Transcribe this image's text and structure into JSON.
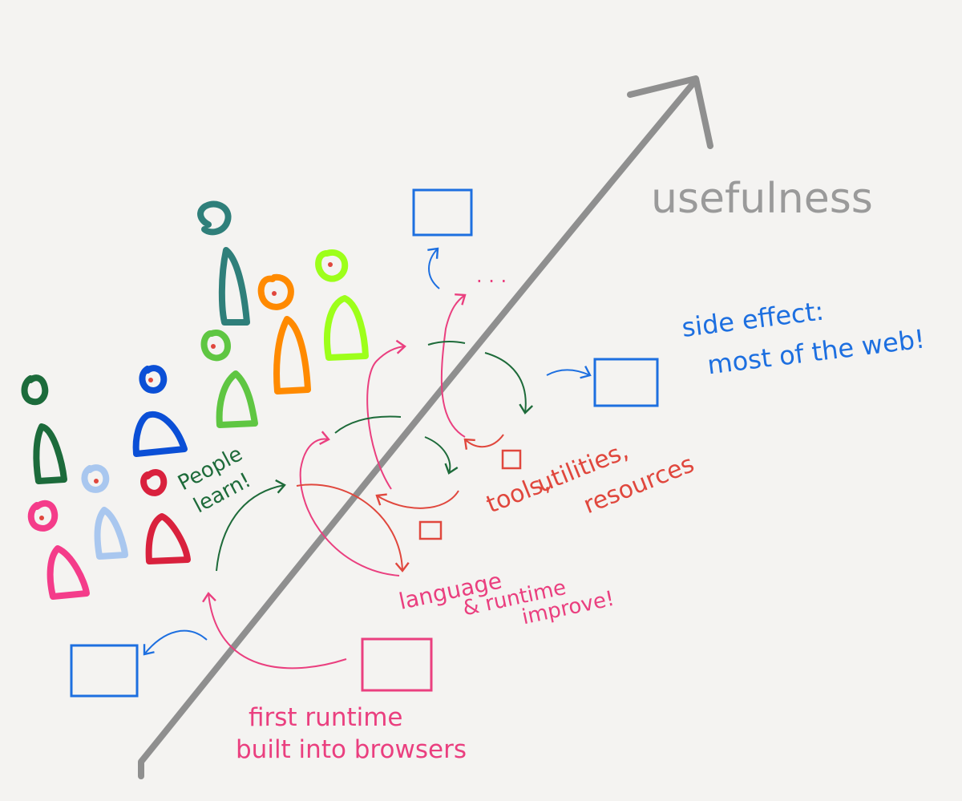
{
  "colors": {
    "background": "#f4f3f1",
    "axis": "#8f8f8f",
    "blue": "#1d6fe0",
    "pink": "#ea3f7f",
    "red": "#e0473d",
    "green": "#1e6b3a",
    "tealPerson": "#2f7f7a",
    "orangePerson": "#ff8a00",
    "limePerson": "#9dff1a",
    "greenPerson": "#5fc642",
    "bluePerson": "#0b4fd6",
    "darkGreenPerson": "#1c6b3b",
    "lightBluePerson": "#a9c7ef",
    "pinkPerson": "#f43c8a",
    "redPerson": "#d9213d"
  },
  "labels": {
    "axis": "usefulness",
    "sideEffectLine1": "side effect:",
    "sideEffectLine2": "most of the web!",
    "peopleLine1": "People",
    "peopleLine2": "learn!",
    "toolsLine1": "tools,",
    "toolsLine2": "utilities,",
    "toolsLine3": "resources",
    "languageLine1": "language",
    "languageLine2": "& runtime",
    "languageLine3": "improve!",
    "firstRuntimeLine1": "first runtime",
    "firstRuntimeLine2": "built into browsers",
    "ellipsis": ". . ."
  },
  "icons": {
    "people": "person-icon",
    "artifact": "box-icon",
    "arrow": "curved-arrow-icon"
  }
}
